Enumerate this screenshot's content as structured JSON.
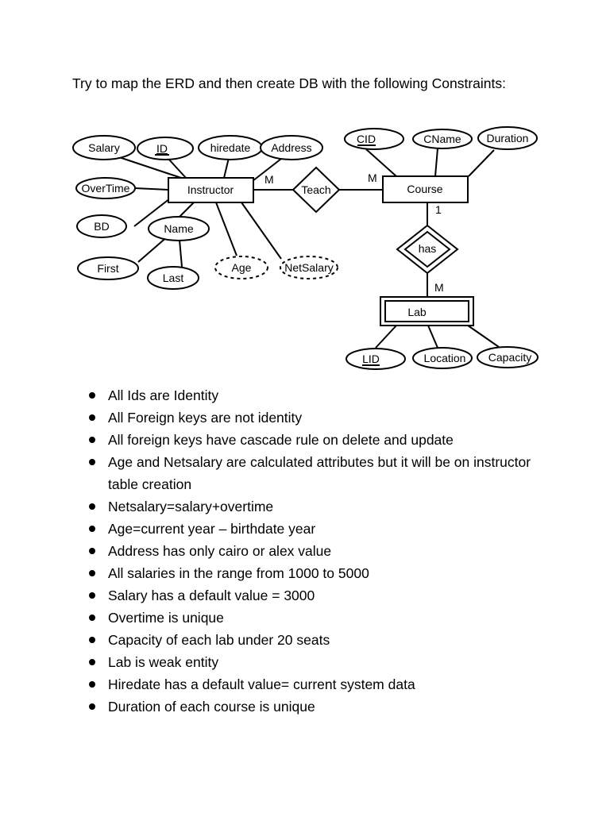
{
  "heading": "Try to map the ERD and then create DB with the following Constraints:",
  "erd": {
    "entities": {
      "instructor": "Instructor",
      "course": "Course",
      "lab": "Lab"
    },
    "relationships": {
      "teach": "Teach",
      "has": "has"
    },
    "attributes": {
      "salary": "Salary",
      "id": "ID",
      "hiredate": "hiredate",
      "address": "Address",
      "overtime": "OverTime",
      "bd": "BD",
      "name": "Name",
      "first": "First",
      "last": "Last",
      "age": "Age",
      "netsalary": "NetSalary",
      "cid": "CID",
      "cname": "CName",
      "duration": "Duration",
      "lid": "LID",
      "location": "Location",
      "capacity": "Capacity"
    },
    "cardinalities": {
      "instructor_teach": "M",
      "teach_course": "M",
      "course_has": "1",
      "has_lab": "M"
    }
  },
  "constraints": [
    "All Ids are Identity",
    "All Foreign keys are not identity",
    "All foreign keys have cascade rule on delete and update",
    "Age and Netsalary are calculated attributes but it will be on instructor table creation",
    "Netsalary=salary+overtime",
    "Age=current year – birthdate year",
    "Address has only cairo or alex value",
    "All salaries in the range from 1000 to 5000",
    "Salary has a default value = 3000",
    "Overtime is unique",
    "Capacity of each lab under 20 seats",
    "Lab is weak entity",
    "Hiredate has a default value= current system data",
    "Duration of each course is unique"
  ]
}
